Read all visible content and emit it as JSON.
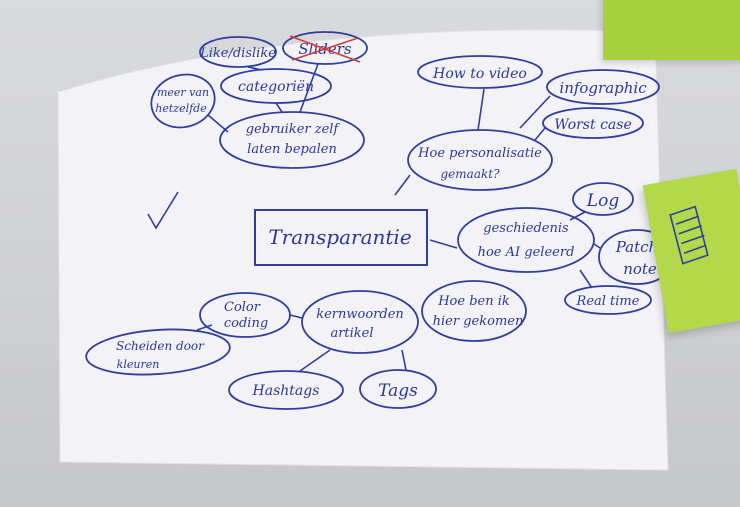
{
  "central": "Transparantie",
  "nodes": {
    "like_dislike": "Like/dislike",
    "sliders": "Sliders",
    "meer_van_line1": "meer van",
    "meer_van_line2": "hetzelfde",
    "categorien": "categoriën",
    "gebruiker_line1": "gebruiker zelf",
    "gebruiker_line2": "laten bepalen",
    "how_to_video": "How to video",
    "infographic": "infographic",
    "worst_case": "Worst case",
    "personalisatie_line1": "Hoe personalisatie",
    "personalisatie_line2": "gemaakt?",
    "log": "Log",
    "geschiedenis_line1": "geschiedenis",
    "geschiedenis_line2": "hoe AI geleerd",
    "patch_line1": "Patch",
    "patch_line2": "note",
    "real_time": "Real time",
    "hoe_ben_line1": "Hoe ben ik",
    "hoe_ben_line2": "hier gekomen",
    "color_line1": "Color",
    "color_line2": "coding",
    "kernwoorden_line1": "kernwoorden",
    "kernwoorden_line2": "artikel",
    "scheiden_line1": "Scheiden door",
    "scheiden_line2": "kleuren",
    "hashtags": "Hashtags",
    "tags": "Tags"
  },
  "colors": {
    "ink": "#2f3f9f",
    "strike": "#d13a3a",
    "sticky_note": "#a6d13c",
    "paper": "#f3f2f6"
  }
}
